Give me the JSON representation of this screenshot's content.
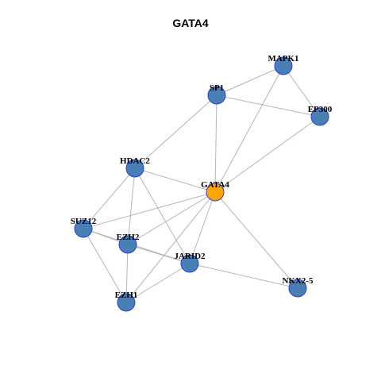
{
  "graph": {
    "title": "GATA4",
    "colors": {
      "node": "#4a7fb5",
      "center": "#ffa500",
      "edge": "#b5b5b5",
      "node_border": "#2a3fd4"
    },
    "nodes": [
      {
        "id": "MAPK1",
        "label": "MAPK1",
        "role": "neighbor"
      },
      {
        "id": "SP1",
        "label": "SP1",
        "role": "neighbor"
      },
      {
        "id": "EP300",
        "label": "EP300",
        "role": "neighbor"
      },
      {
        "id": "HDAC2",
        "label": "HDAC2",
        "role": "neighbor"
      },
      {
        "id": "GATA4",
        "label": "GATA4",
        "role": "center"
      },
      {
        "id": "SUZ12",
        "label": "SUZ12",
        "role": "neighbor"
      },
      {
        "id": "EZH2",
        "label": "EZH2",
        "role": "neighbor"
      },
      {
        "id": "JARID2",
        "label": "JARID2",
        "role": "neighbor"
      },
      {
        "id": "NKX2-5",
        "label": "NKX2-5",
        "role": "neighbor"
      },
      {
        "id": "EZH1",
        "label": "EZH1",
        "role": "neighbor"
      }
    ],
    "edges": [
      [
        "MAPK1",
        "SP1"
      ],
      [
        "MAPK1",
        "EP300"
      ],
      [
        "MAPK1",
        "GATA4"
      ],
      [
        "SP1",
        "EP300"
      ],
      [
        "SP1",
        "GATA4"
      ],
      [
        "SP1",
        "HDAC2"
      ],
      [
        "EP300",
        "GATA4"
      ],
      [
        "HDAC2",
        "GATA4"
      ],
      [
        "HDAC2",
        "SUZ12"
      ],
      [
        "HDAC2",
        "EZH2"
      ],
      [
        "HDAC2",
        "JARID2"
      ],
      [
        "GATA4",
        "SUZ12"
      ],
      [
        "GATA4",
        "EZH2"
      ],
      [
        "GATA4",
        "JARID2"
      ],
      [
        "GATA4",
        "NKX2-5"
      ],
      [
        "GATA4",
        "EZH1"
      ],
      [
        "SUZ12",
        "EZH2"
      ],
      [
        "SUZ12",
        "JARID2"
      ],
      [
        "SUZ12",
        "EZH1"
      ],
      [
        "EZH2",
        "JARID2"
      ],
      [
        "EZH2",
        "EZH1"
      ],
      [
        "JARID2",
        "EZH1"
      ],
      [
        "JARID2",
        "NKX2-5"
      ]
    ]
  }
}
